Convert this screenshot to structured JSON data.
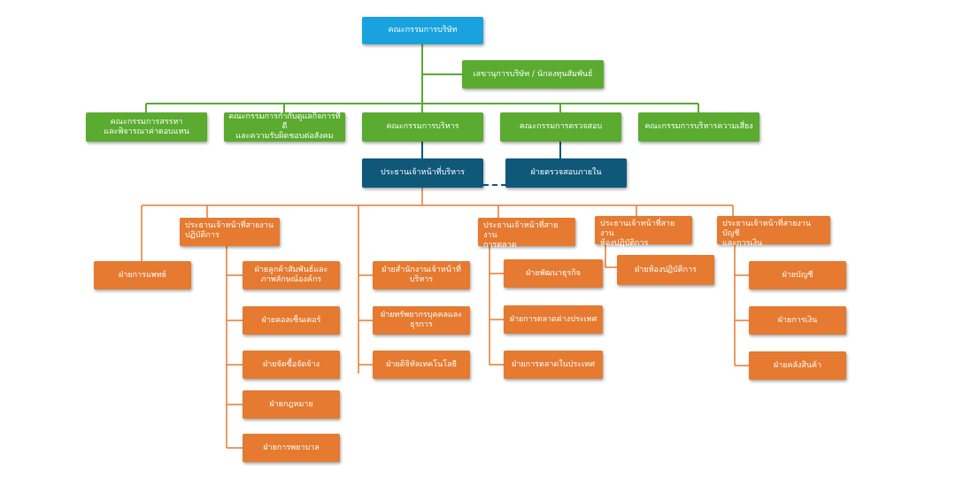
{
  "colors": {
    "board": "#19a2de",
    "committee": "#5aab2f",
    "executive": "#10587a",
    "department": "#e57a30",
    "line_green": "#5aab2f",
    "line_orange": "#e57a30",
    "line_navy": "#10587a"
  },
  "board": {
    "label": "คณะกรรมการบริษัท"
  },
  "secretary": {
    "label": "เลขานุการบริษัท / นักลงทุนสัมพันธ์"
  },
  "committees": [
    {
      "label": "คณะกรรมการสรรหา\nและพิจารณาค่าตอบแทน"
    },
    {
      "label": "คณะกรรมการกำกับดูแลกิจการที่ดี\nและความรับผิดชอบต่อสังคม"
    },
    {
      "label": "คณะกรรมการบริหาร"
    },
    {
      "label": "คณะกรรมการตรวจสอบ"
    },
    {
      "label": "คณะกรรมการบริหารความเสี่ยง"
    }
  ],
  "ceo": {
    "label": "ประธานเจ้าหน้าที่บริหาร"
  },
  "internal_audit": {
    "label": "ฝ่ายตรวจสอบภายใน"
  },
  "medical": {
    "label": "ฝ่ายการแพทย์"
  },
  "operations": {
    "head": "ประธานเจ้าหน้าที่สายงาน\nปฏิบัติการ",
    "items": [
      "ฝ่ายลูกค้าสัมพันธ์และ\nภาพลักษณ์องค์กร",
      "ฝ่ายคอลเซ็นเตอร์",
      "ฝ่ายจัดซื้อจัดจ้าง",
      "ฝ่ายกฎหมาย",
      "ฝ่ายการพยาบาล"
    ]
  },
  "ceo_direct": {
    "items": [
      "ฝ่ายสำนักงานเจ้าหน้าที่\nบริหาร",
      "ฝ่ายทรัพยากรบุคคลและ\nธุรการ",
      "ฝ่ายดิจิทัลเทคโนโลยี"
    ]
  },
  "marketing": {
    "head": "ประธานเจ้าหน้าที่สายงาน\nการตลาด",
    "items": [
      "ฝ่ายพัฒนาธุรกิจ",
      "ฝ่ายการตลาดต่างประเทศ",
      "ฝ่ายการตลาดในประเทศ"
    ]
  },
  "laboratory": {
    "head": "ประธานเจ้าหน้าที่สายงาน\nห้องปฏิบัติการ",
    "items": [
      "ฝ่ายห้องปฏิบัติการ"
    ]
  },
  "finance": {
    "head": "ประธานเจ้าหน้าที่สายงานบัญชี\nและการเงิน",
    "items": [
      "ฝ่ายบัญชี",
      "ฝ่ายการเงิน",
      "ฝ่ายคลังสินค้า"
    ]
  }
}
